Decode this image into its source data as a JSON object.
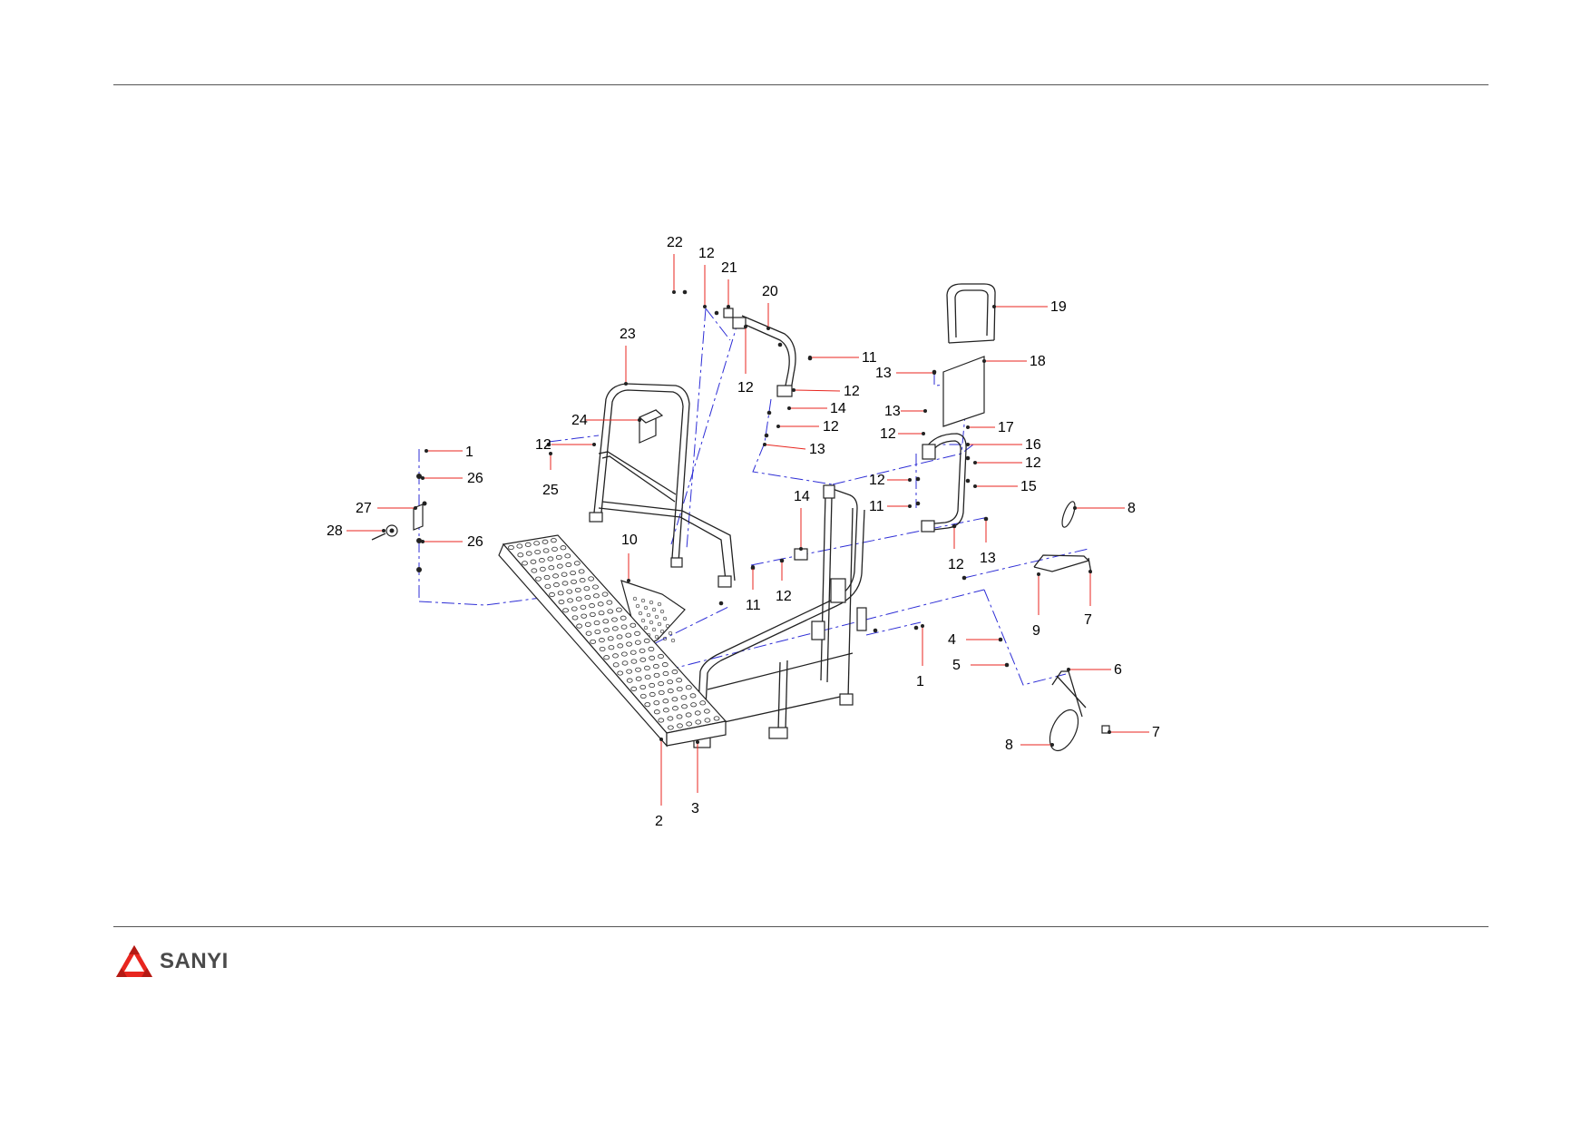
{
  "brand": {
    "name": "SANYI",
    "color": "#e8261f"
  },
  "colors": {
    "leader": "#e8261f",
    "centerline": "#2e2ed6",
    "part": "#222222"
  },
  "callouts": [
    {
      "id": "c22",
      "text": "22"
    },
    {
      "id": "c12a",
      "text": "12"
    },
    {
      "id": "c21",
      "text": "21"
    },
    {
      "id": "c20",
      "text": "20"
    },
    {
      "id": "c23",
      "text": "23"
    },
    {
      "id": "c11a",
      "text": "11"
    },
    {
      "id": "c12b",
      "text": "12"
    },
    {
      "id": "c12c",
      "text": "12"
    },
    {
      "id": "c14a",
      "text": "14"
    },
    {
      "id": "c12d",
      "text": "12"
    },
    {
      "id": "c13a",
      "text": "13"
    },
    {
      "id": "c24",
      "text": "24"
    },
    {
      "id": "c12e",
      "text": "12"
    },
    {
      "id": "c25",
      "text": "25"
    },
    {
      "id": "c1a",
      "text": "1"
    },
    {
      "id": "c26a",
      "text": "26"
    },
    {
      "id": "c27",
      "text": "27"
    },
    {
      "id": "c28",
      "text": "28"
    },
    {
      "id": "c26b",
      "text": "26"
    },
    {
      "id": "c10",
      "text": "10"
    },
    {
      "id": "c19",
      "text": "19"
    },
    {
      "id": "c18",
      "text": "18"
    },
    {
      "id": "c13b",
      "text": "13"
    },
    {
      "id": "c13c",
      "text": "13"
    },
    {
      "id": "c17",
      "text": "17"
    },
    {
      "id": "c12f",
      "text": "12"
    },
    {
      "id": "c16",
      "text": "16"
    },
    {
      "id": "c12g",
      "text": "12"
    },
    {
      "id": "c12h",
      "text": "12"
    },
    {
      "id": "c15",
      "text": "15"
    },
    {
      "id": "c11b",
      "text": "11"
    },
    {
      "id": "c8a",
      "text": "8"
    },
    {
      "id": "c14b",
      "text": "14"
    },
    {
      "id": "c12i",
      "text": "12"
    },
    {
      "id": "c13d",
      "text": "13"
    },
    {
      "id": "c11c",
      "text": "11"
    },
    {
      "id": "c12j",
      "text": "12"
    },
    {
      "id": "c9",
      "text": "9"
    },
    {
      "id": "c7a",
      "text": "7"
    },
    {
      "id": "c4",
      "text": "4"
    },
    {
      "id": "c1b",
      "text": "1"
    },
    {
      "id": "c5",
      "text": "5"
    },
    {
      "id": "c6",
      "text": "6"
    },
    {
      "id": "c7b",
      "text": "7"
    },
    {
      "id": "c8b",
      "text": "8"
    },
    {
      "id": "c2",
      "text": "2"
    },
    {
      "id": "c3",
      "text": "3"
    }
  ]
}
